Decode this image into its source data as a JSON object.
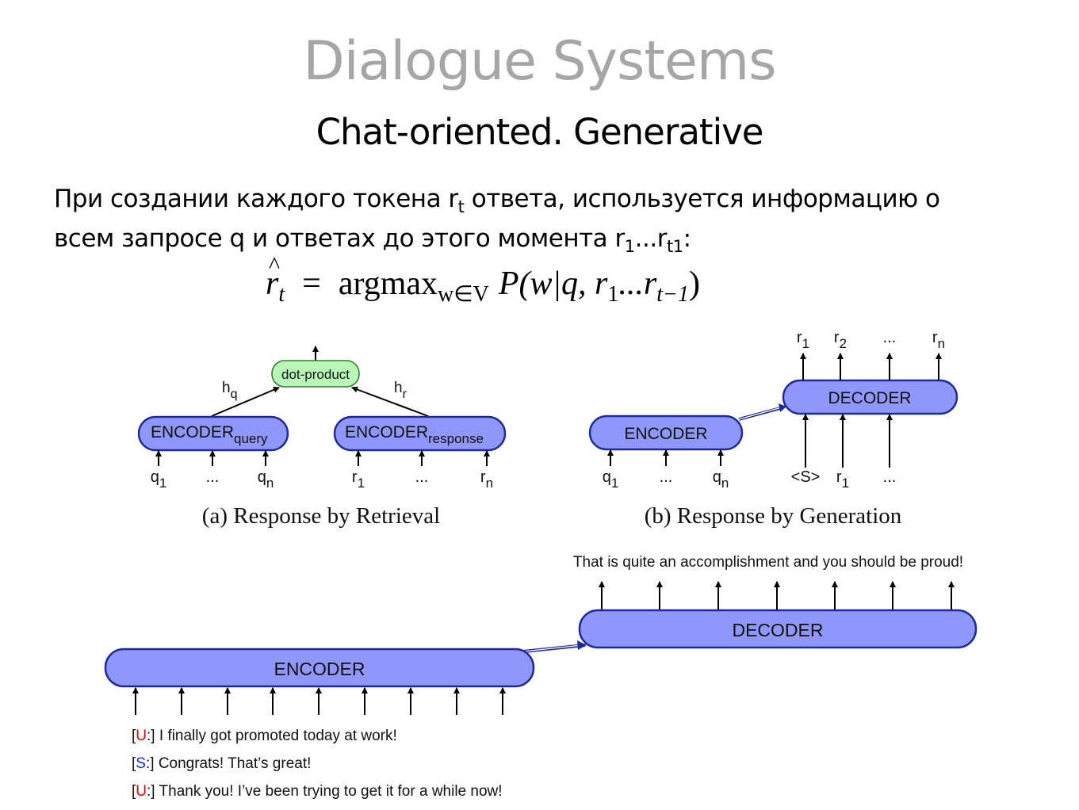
{
  "slide": {
    "title": "Dialogue Systems",
    "subtitle": "Chat-oriented. Generative",
    "body": {
      "line1_before": "При создании каждого токена r",
      "line1_sub": "t",
      "line1_after": " ответа, используется информацию о",
      "line2_before": "всем запросе q и ответах до этого момента r",
      "line2_sub1": "1",
      "line2_mid": "...r",
      "line2_sub2": "t1",
      "line2_after": ":"
    },
    "formula": {
      "lhs": "r",
      "lhs_sub": "t",
      "eq": "=",
      "op": "argmax",
      "op_sub": "w∈V",
      "rhs_p": "P",
      "rhs_args": "(w|q, r",
      "rhs_sub1": "1",
      "rhs_mid": "...r",
      "rhs_sub2": "t−1",
      "rhs_close": ")"
    }
  },
  "diagram_a": {
    "caption": "(a) Response by Retrieval",
    "dot_product": "dot-product",
    "hq": "h",
    "hq_sub": "q",
    "hr": "h",
    "hr_sub": "r",
    "enc_query": "ENCODER",
    "enc_query_sub": "query",
    "enc_response": "ENCODER",
    "enc_response_sub": "response",
    "q_inputs": [
      {
        "t": "q",
        "s": "1"
      },
      {
        "t": "...",
        "s": ""
      },
      {
        "t": "q",
        "s": "n"
      }
    ],
    "r_inputs": [
      {
        "t": "r",
        "s": "1"
      },
      {
        "t": "...",
        "s": ""
      },
      {
        "t": "r",
        "s": "n"
      }
    ]
  },
  "diagram_b": {
    "caption": "(b) Response by Generation",
    "encoder": "ENCODER",
    "decoder": "DECODER",
    "q_inputs": [
      {
        "t": "q",
        "s": "1"
      },
      {
        "t": "...",
        "s": ""
      },
      {
        "t": "q",
        "s": "n"
      }
    ],
    "dec_inputs": [
      {
        "t": "<S>",
        "s": ""
      },
      {
        "t": "r",
        "s": "1"
      },
      {
        "t": "...",
        "s": ""
      }
    ],
    "dec_outputs": [
      {
        "t": "r",
        "s": "1"
      },
      {
        "t": "r",
        "s": "2"
      },
      {
        "t": "...",
        "s": ""
      },
      {
        "t": "r",
        "s": "n"
      }
    ]
  },
  "diagram_c": {
    "decoder": "DECODER",
    "encoder": "ENCODER",
    "output_sentence": "That is quite an accomplishment and you should be proud!",
    "dialogue": [
      {
        "speaker": "U",
        "speaker_color": "#e00000",
        "text": "I finally got promoted today at work!"
      },
      {
        "speaker": "S",
        "speaker_color": "#1a2ee0",
        "text": "Congrats! That’s great!"
      },
      {
        "speaker": "U",
        "speaker_color": "#e00000",
        "text": "Thank you! I’ve been trying to get it for a while now!"
      }
    ]
  },
  "colors": {
    "pill_fill": "#8f97fb",
    "pill_stroke": "#1c2b99",
    "dot_product_fill": "#b8f7b8",
    "title_gray": "#a6a6a6"
  }
}
